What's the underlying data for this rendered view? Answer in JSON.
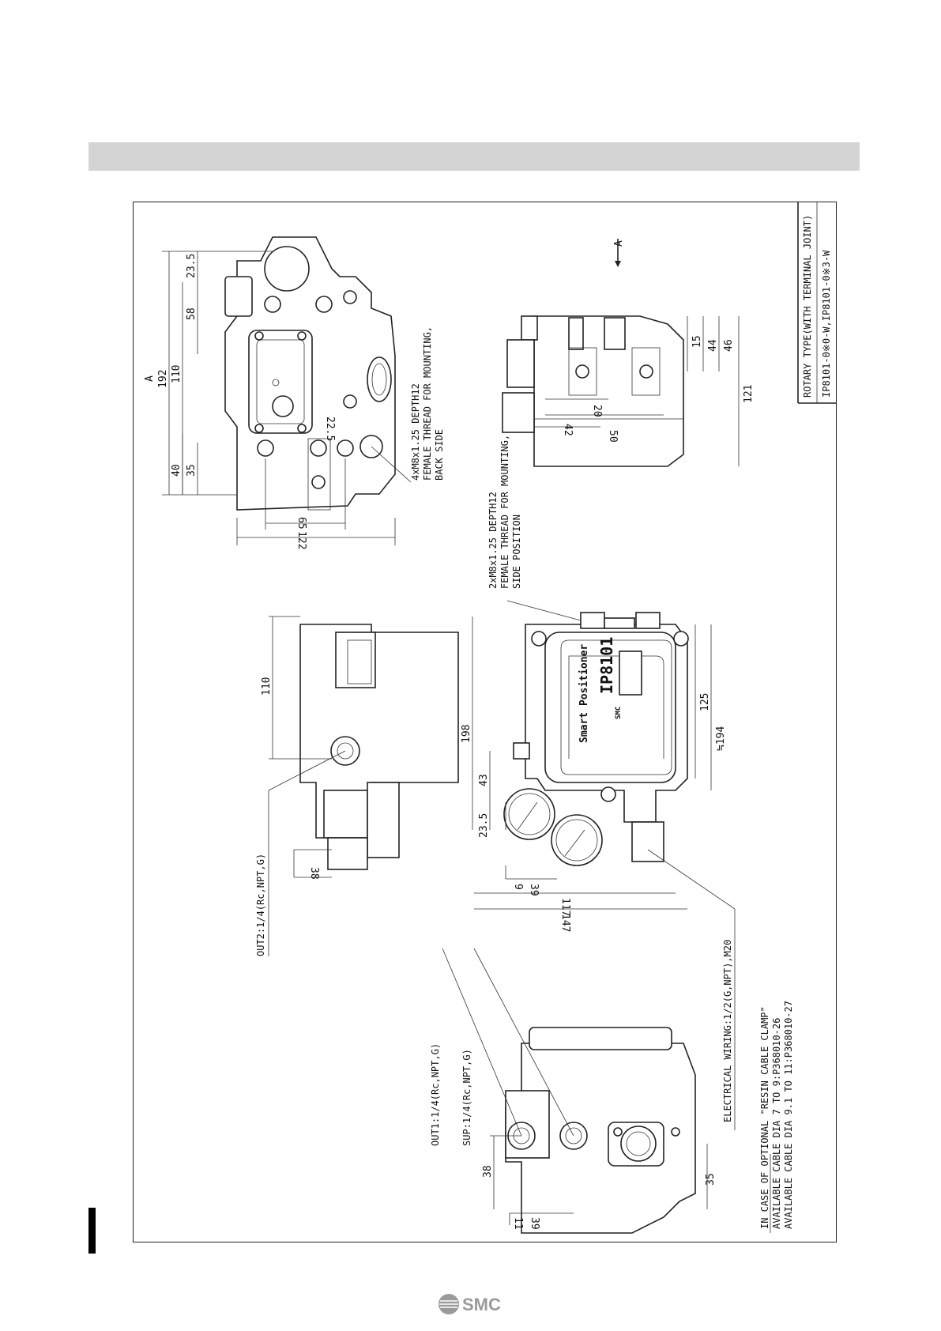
{
  "document": {
    "title_block": {
      "title": "ROTARY TYPE(WITH TERMINAL JOINT)",
      "models": "IP8101-0※0-W,IP8101-0※3-W"
    },
    "view_arrow_label": "A",
    "views": {
      "top_right": {
        "label_A": "A",
        "dims": [
          "192",
          "110",
          "58",
          "23.5",
          "40",
          "35",
          "22.5",
          "65",
          "122"
        ],
        "note": [
          "4xM8x1.25 DEPTH12",
          "FEMALE THREAD FOR MOUNTING,",
          "BACK SIDE"
        ]
      },
      "bottom_right": {
        "dims": [
          "15",
          "44",
          "46",
          "121",
          "42",
          "50",
          "20"
        ],
        "note": [
          "2xM8x1.25 DEPTH12",
          "FEMALE THREAD FOR MOUNTING,",
          "SIDE POSITION"
        ]
      },
      "top_center": {
        "dims": [
          "110",
          "38"
        ],
        "port_label": "OUT2:1/4(Rc,NPT,G)"
      },
      "center": {
        "dims": [
          "198",
          "43",
          "23.5",
          "39",
          "9",
          "117",
          "147",
          "125",
          "≒194"
        ],
        "product_text": [
          "Smart Positioner",
          "IP8101",
          "SMC"
        ],
        "wiring_label": "ELECTRICAL WIRING:1/2(G,NPT),M20"
      },
      "left": {
        "dims": [
          "38",
          "35",
          "39",
          "11"
        ],
        "port_labels": [
          "OUT1:1/4(Rc,NPT,G)",
          "SUP:1/4(Rc,NPT,G)"
        ],
        "cable_note": [
          "IN CASE OF OPTIONAL \"RESIN CABLE CLAMP\"",
          "AVAILABLE CABLE DIA  7 TO  9:P368010-26",
          "AVAILABLE CABLE DIA 9.1 TO 11:P368010-27"
        ]
      }
    }
  },
  "footer": {
    "brand": "SMC"
  },
  "colors": {
    "header_band": "#d4d4d4",
    "line": "#222222",
    "marker": "#000000"
  }
}
